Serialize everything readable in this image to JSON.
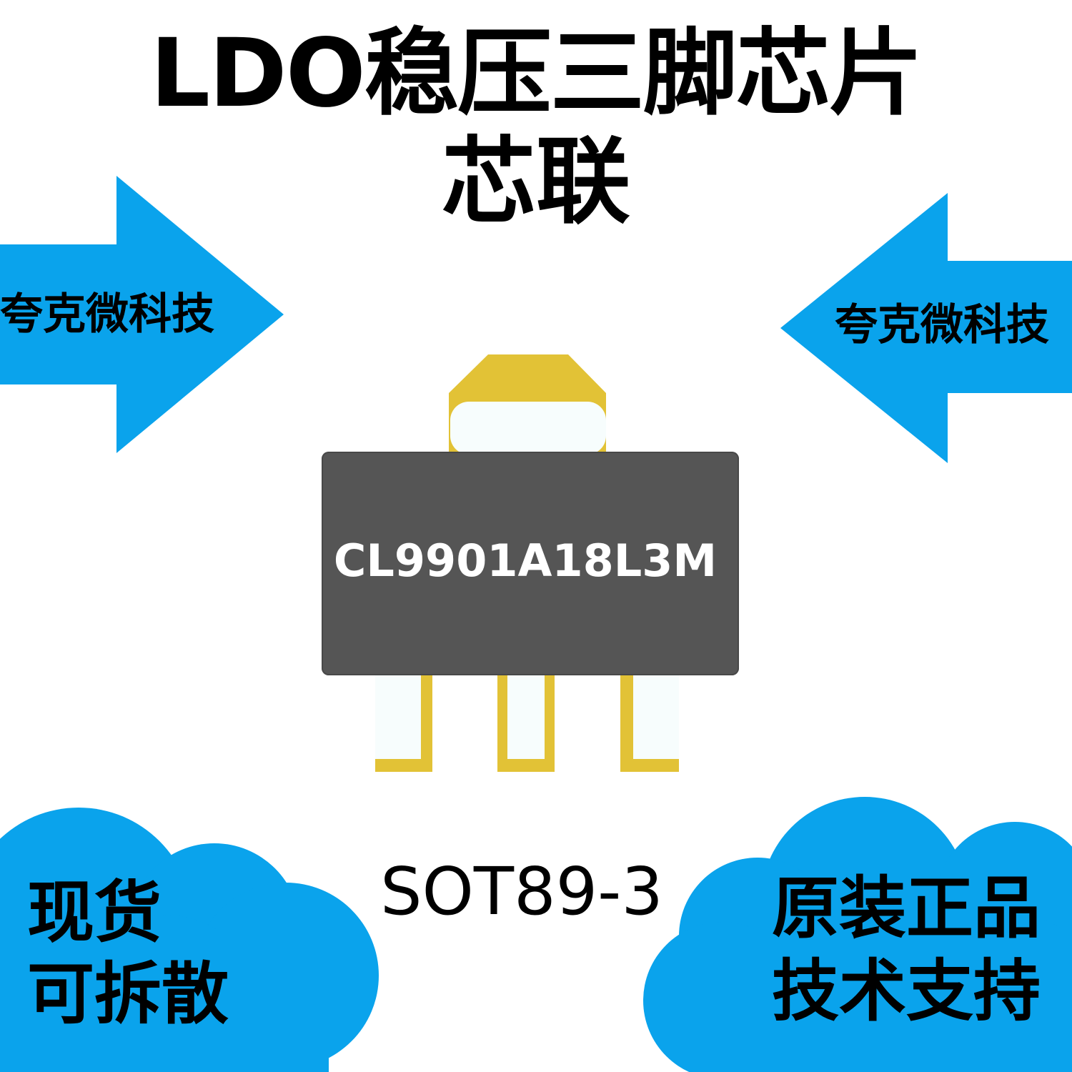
{
  "title": {
    "line1": "LDO稳压三脚芯片",
    "line2": "芯联"
  },
  "arrows": {
    "left_label": "夸克微科技",
    "right_label": "夸克微科技",
    "color": "#0aa3ec"
  },
  "chip": {
    "part_number": "CL9901A18L3M",
    "body_color": "#555555",
    "lead_color": "#e2c236",
    "package": "SOT89-3"
  },
  "clouds": {
    "color": "#0aa3ec",
    "left": {
      "line1": "现货",
      "line2": "可拆散"
    },
    "right": {
      "line1": "原装正品",
      "line2": "技术支持"
    }
  }
}
